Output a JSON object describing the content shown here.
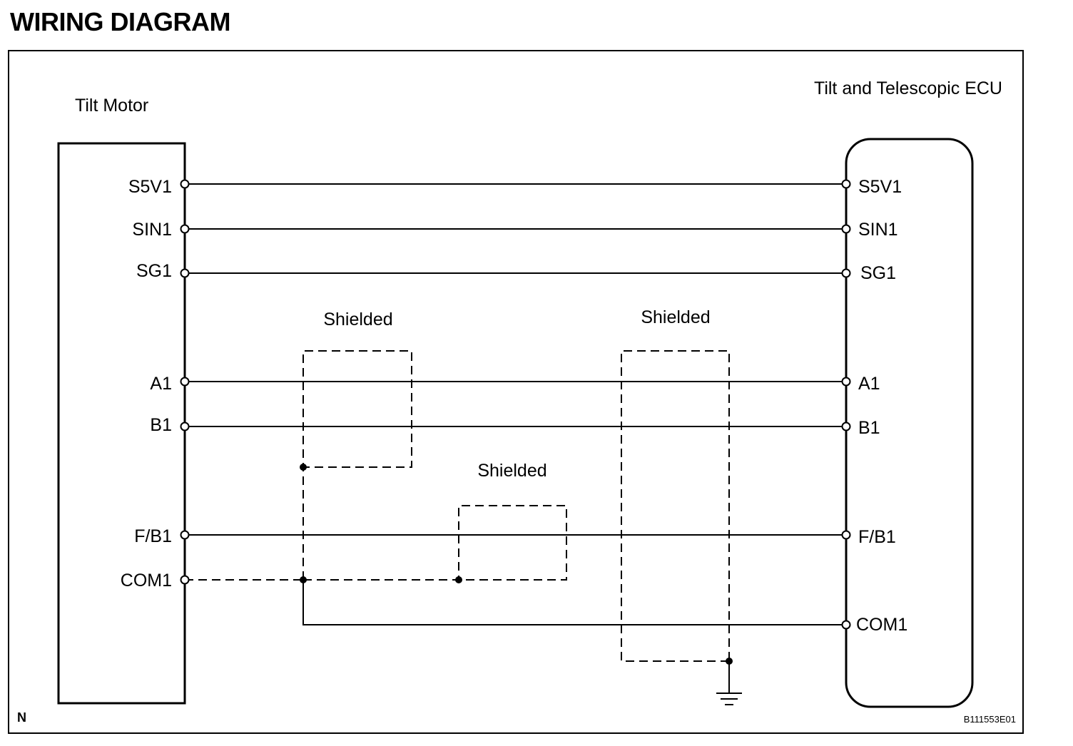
{
  "title": "WIRING DIAGRAM",
  "components": {
    "tilt_motor": {
      "name": "Tilt Motor",
      "pins": [
        "S5V1",
        "SIN1",
        "SG1",
        "A1",
        "B1",
        "F/B1",
        "COM1"
      ]
    },
    "ecu": {
      "name": "Tilt and Telescopic ECU",
      "pins": [
        "S5V1",
        "SIN1",
        "SG1",
        "A1",
        "B1",
        "F/B1",
        "COM1"
      ]
    }
  },
  "shields": {
    "shield_1": "Shielded",
    "shield_2": "Shielded",
    "shield_3": "Shielded"
  },
  "corner_mark": "N",
  "figure_code": "B111553E01"
}
